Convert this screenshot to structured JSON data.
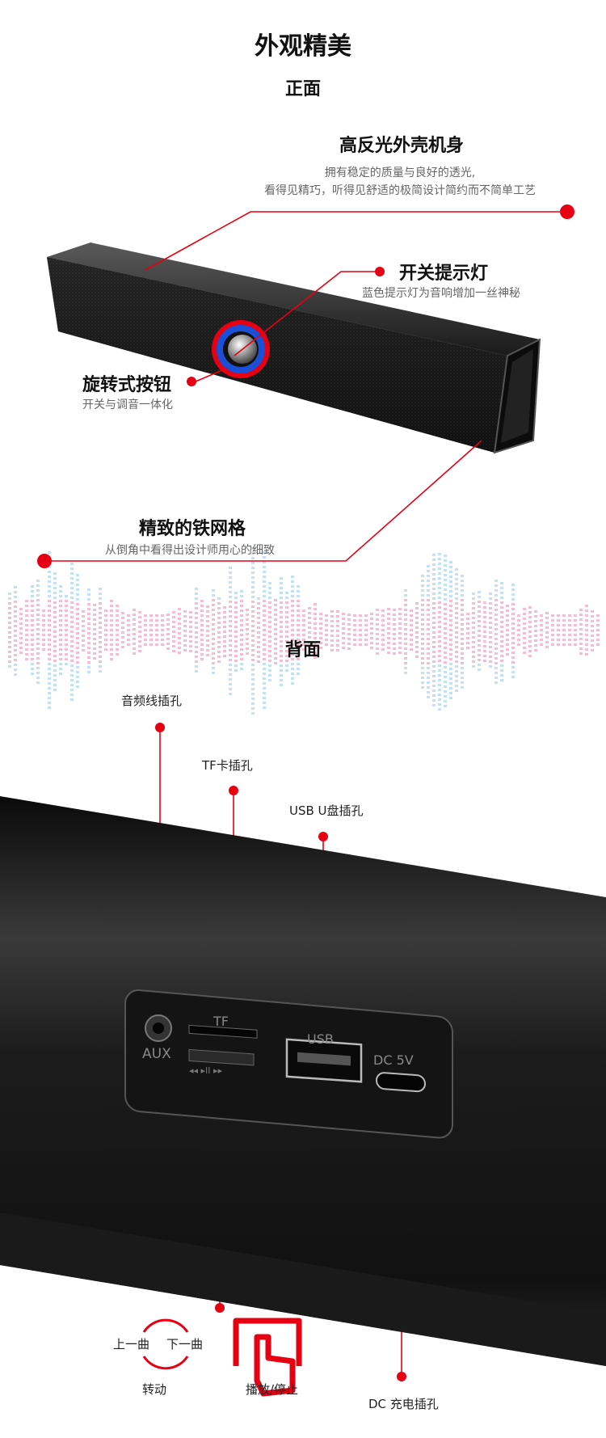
{
  "title": "外观精美",
  "front": {
    "heading": "正面",
    "features": [
      {
        "title": "高反光外壳机身",
        "desc1": "拥有稳定的质量与良好的透光,",
        "desc2": "看得见精巧，听得见舒适的极简设计简约而不简单工艺"
      },
      {
        "title": "开关提示灯",
        "desc": "蓝色提示灯为音响增加一丝神秘"
      },
      {
        "title": "旋转式按钮",
        "desc": "开关与调音一体化"
      },
      {
        "title": "精致的铁网格",
        "desc": "从倒角中看得出设计师用心的细致"
      }
    ]
  },
  "back": {
    "heading": "背面",
    "callouts": {
      "aux": "音频线插孔",
      "tf": "TF卡插孔",
      "usb": "USB U盘插孔",
      "dc": "DC 充电插孔"
    },
    "panel": {
      "aux": "AUX",
      "tf": "TF",
      "usb": "USB",
      "dc": "DC 5V",
      "controls": "◂◂  ▸II  ▸▸"
    },
    "controls": {
      "prev": "上一曲",
      "next": "下一曲",
      "rotate": "转动",
      "play": "播放/停止"
    }
  },
  "colors": {
    "accent": "#e60012",
    "ring": "#1a4fd8",
    "wave_pink": "#f2a7c3",
    "wave_blue": "#a9d4f0"
  }
}
